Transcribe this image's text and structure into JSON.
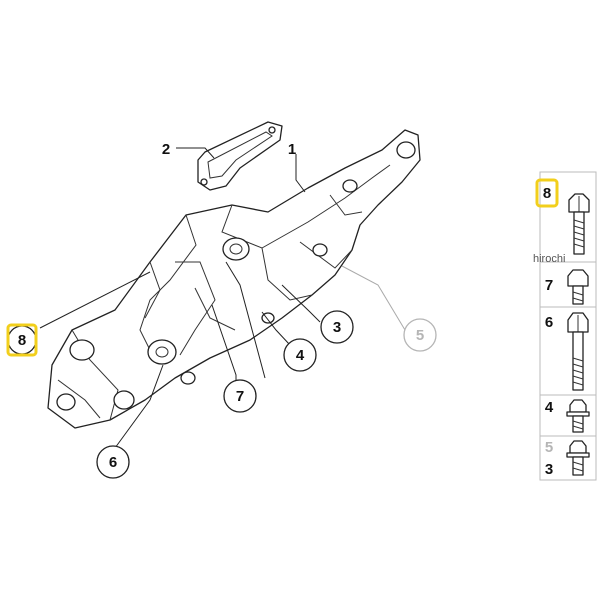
{
  "callouts": {
    "c1": "1",
    "c2": "2",
    "c3": "3",
    "c4": "4",
    "c5": "5",
    "c6": "6",
    "c7": "7",
    "c8": "8"
  },
  "panel": {
    "rows": [
      {
        "label": "8",
        "highlighted": true,
        "dimmed": false
      },
      {
        "label": "7",
        "highlighted": false,
        "dimmed": false
      },
      {
        "label": "6",
        "highlighted": false,
        "dimmed": false
      },
      {
        "label": "4",
        "highlighted": false,
        "dimmed": false
      },
      {
        "label": "5",
        "highlighted": false,
        "dimmed": true
      },
      {
        "label": "3",
        "highlighted": false,
        "dimmed": false
      }
    ]
  },
  "watermark": "hirochi",
  "colors": {
    "highlight": "#f2cf1c",
    "dimmed": "#b5b5b5",
    "line": "#222222"
  }
}
